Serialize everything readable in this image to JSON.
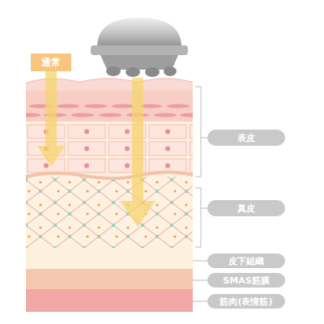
{
  "diagram": {
    "nodes": [
      {
        "text": [
          "通常"
        ]
      },
      {
        "text": [
          "表皮"
        ]
      },
      {
        "text": [
          "真皮"
        ]
      },
      {
        "text": [
          "皮下組織"
        ]
      },
      {
        "text": [
          "SMAS筋膜"
        ]
      },
      {
        "text": [
          "筋肉(表情筋)"
        ]
      }
    ]
  }
}
